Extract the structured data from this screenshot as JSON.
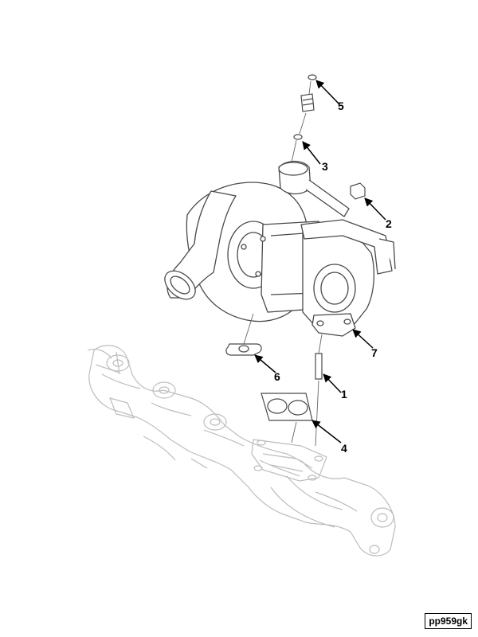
{
  "diagram": {
    "callouts": [
      {
        "number": "1"
      },
      {
        "number": "2"
      },
      {
        "number": "3"
      },
      {
        "number": "4"
      },
      {
        "number": "5"
      },
      {
        "number": "6"
      },
      {
        "number": "7"
      }
    ],
    "figure_id": "pp959gk"
  }
}
